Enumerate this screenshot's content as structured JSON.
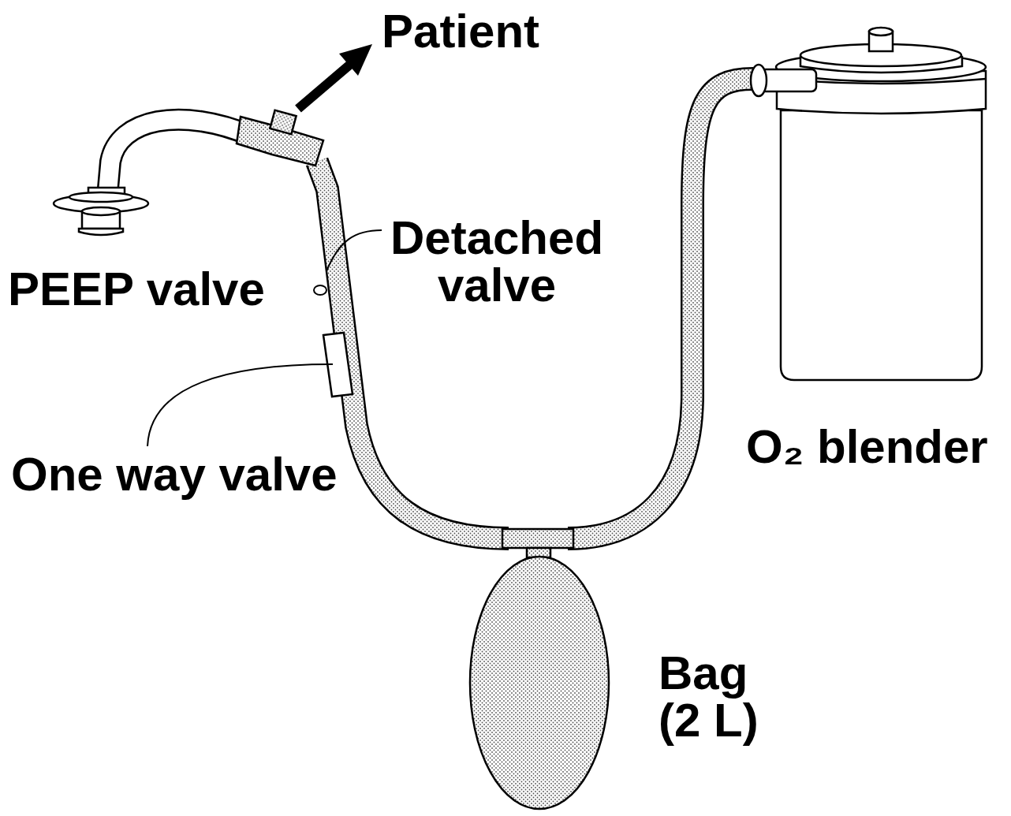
{
  "diagram": {
    "labels": [
      "Patient",
      "Detached valve",
      "PEEP valve",
      "One way valve",
      "O₂ blender",
      "Bag (2 L)"
    ]
  }
}
